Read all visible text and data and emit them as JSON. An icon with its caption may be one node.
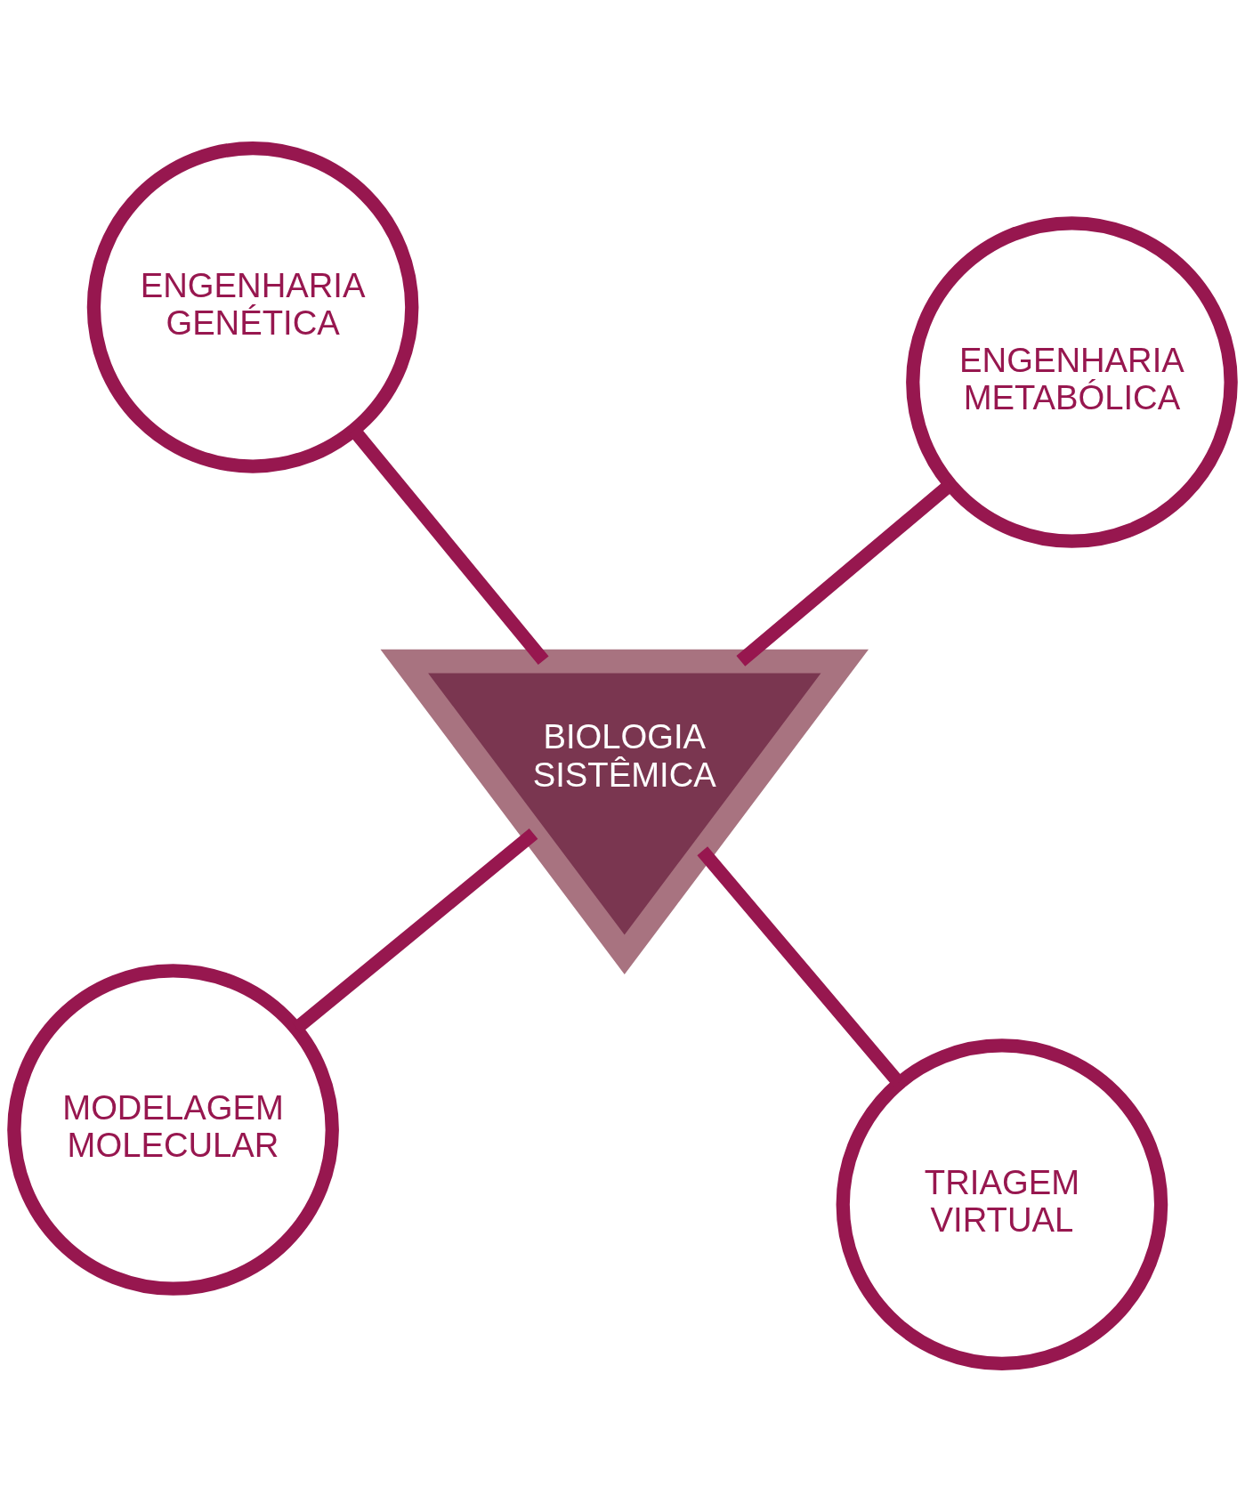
{
  "diagram": {
    "nodes": [
      {
        "text": [
          "MODELAGEM MOLECULAR"
        ]
      },
      {
        "text": [
          "TRIAGEM VIRTUAL"
        ]
      },
      {
        "text": [
          "BIOLOGIA SISTÊMICA"
        ]
      },
      {
        "text": [
          "ENGENHARIA GENÉTICA"
        ]
      },
      {
        "text": [
          "ENGENHARIA METABÓLICA"
        ]
      }
    ],
    "edges": [
      {
        "from": 0,
        "to": 2,
        "arrow": "none"
      },
      {
        "from": 1,
        "to": 2,
        "arrow": "none"
      },
      {
        "from": 3,
        "to": 2,
        "arrow": "none"
      },
      {
        "from": 4,
        "to": 2,
        "arrow": "none"
      }
    ]
  }
}
